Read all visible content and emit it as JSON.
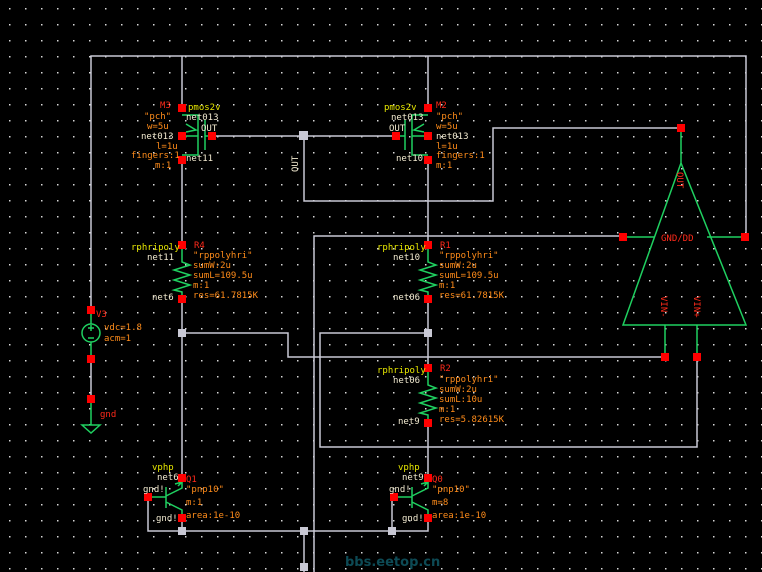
{
  "colors": {
    "background": "#000000",
    "wire": "#c8c8d4",
    "symbol": "#1fd060",
    "pin": "#ff0000",
    "instance_name": "#ff2a1a",
    "parameter": "#ff8c1a",
    "cell_name": "#e8e800",
    "net_label": "#f2ead0"
  },
  "M3": {
    "name": "M3",
    "cell": "pmos2v",
    "model": "\"pch\"",
    "w": "w=5u",
    "l": "l=1u",
    "fingers": "fingers:1",
    "m": "m:1",
    "net_s": "net013",
    "net_b": "net013",
    "net_d": "net11",
    "net_g": "OUT"
  },
  "M2": {
    "name": "M2",
    "cell": "pmos2v",
    "model": "\"pch\"",
    "w": "w=5u",
    "l": "l=1u",
    "fingers": "fingers:1",
    "m": "m:1",
    "net_s": "net013",
    "net_b": "net013",
    "net_d": "net10",
    "net_g": "OUT"
  },
  "out_wire_label": "OUT",
  "R4": {
    "name": "R4",
    "cell": "rphripoly",
    "model": "\"rppolyhri\"",
    "sumW": "sumW:2u",
    "sumL": "sumL=109.5u",
    "m": "m:1",
    "res": "res=61.7815K",
    "net_top": "net11",
    "net_bot": "net6"
  },
  "R1": {
    "name": "R1",
    "cell": "rphripoly",
    "model": "\"rppolyhri\"",
    "sumW": "sumW:2u",
    "sumL": "sumL=109.5u",
    "m": "m:1",
    "res": "res=61.7815K",
    "net_top": "net10",
    "net_bot": "net06"
  },
  "R2": {
    "name": "R2",
    "cell": "rphripoly",
    "model": "\"rppolyhri\"",
    "sumW": "sumW:2u",
    "sumL": "sumL:10u",
    "m": "m:1",
    "res": "res=5.82615K",
    "net_top": "net06",
    "net_bot": "net9"
  },
  "V3": {
    "name": "V3",
    "vdc": "vdc=1.8",
    "acm": "acm=1",
    "gnd": "gnd"
  },
  "Q1": {
    "name": "Q1",
    "cell": "vphp",
    "model": "\"pnp10\"",
    "m": "m:1",
    "area": "area:1e-10",
    "net_e": "net6",
    "net_b": "gnd!",
    "net_c": "gnd!"
  },
  "Q0": {
    "name": "Q0",
    "cell": "vphp",
    "model": "\"pnp10\"",
    "m": "m=8",
    "area": "area:1e-10",
    "net_e": "net9",
    "net_b": "gnd!",
    "net_c": "gnd!"
  },
  "opamp": {
    "out": "OUT",
    "supply": "GND/DD",
    "vin_minus": "VIN-",
    "vin_plus": "VIN+"
  },
  "watermark": "bbs.eetop.cn"
}
